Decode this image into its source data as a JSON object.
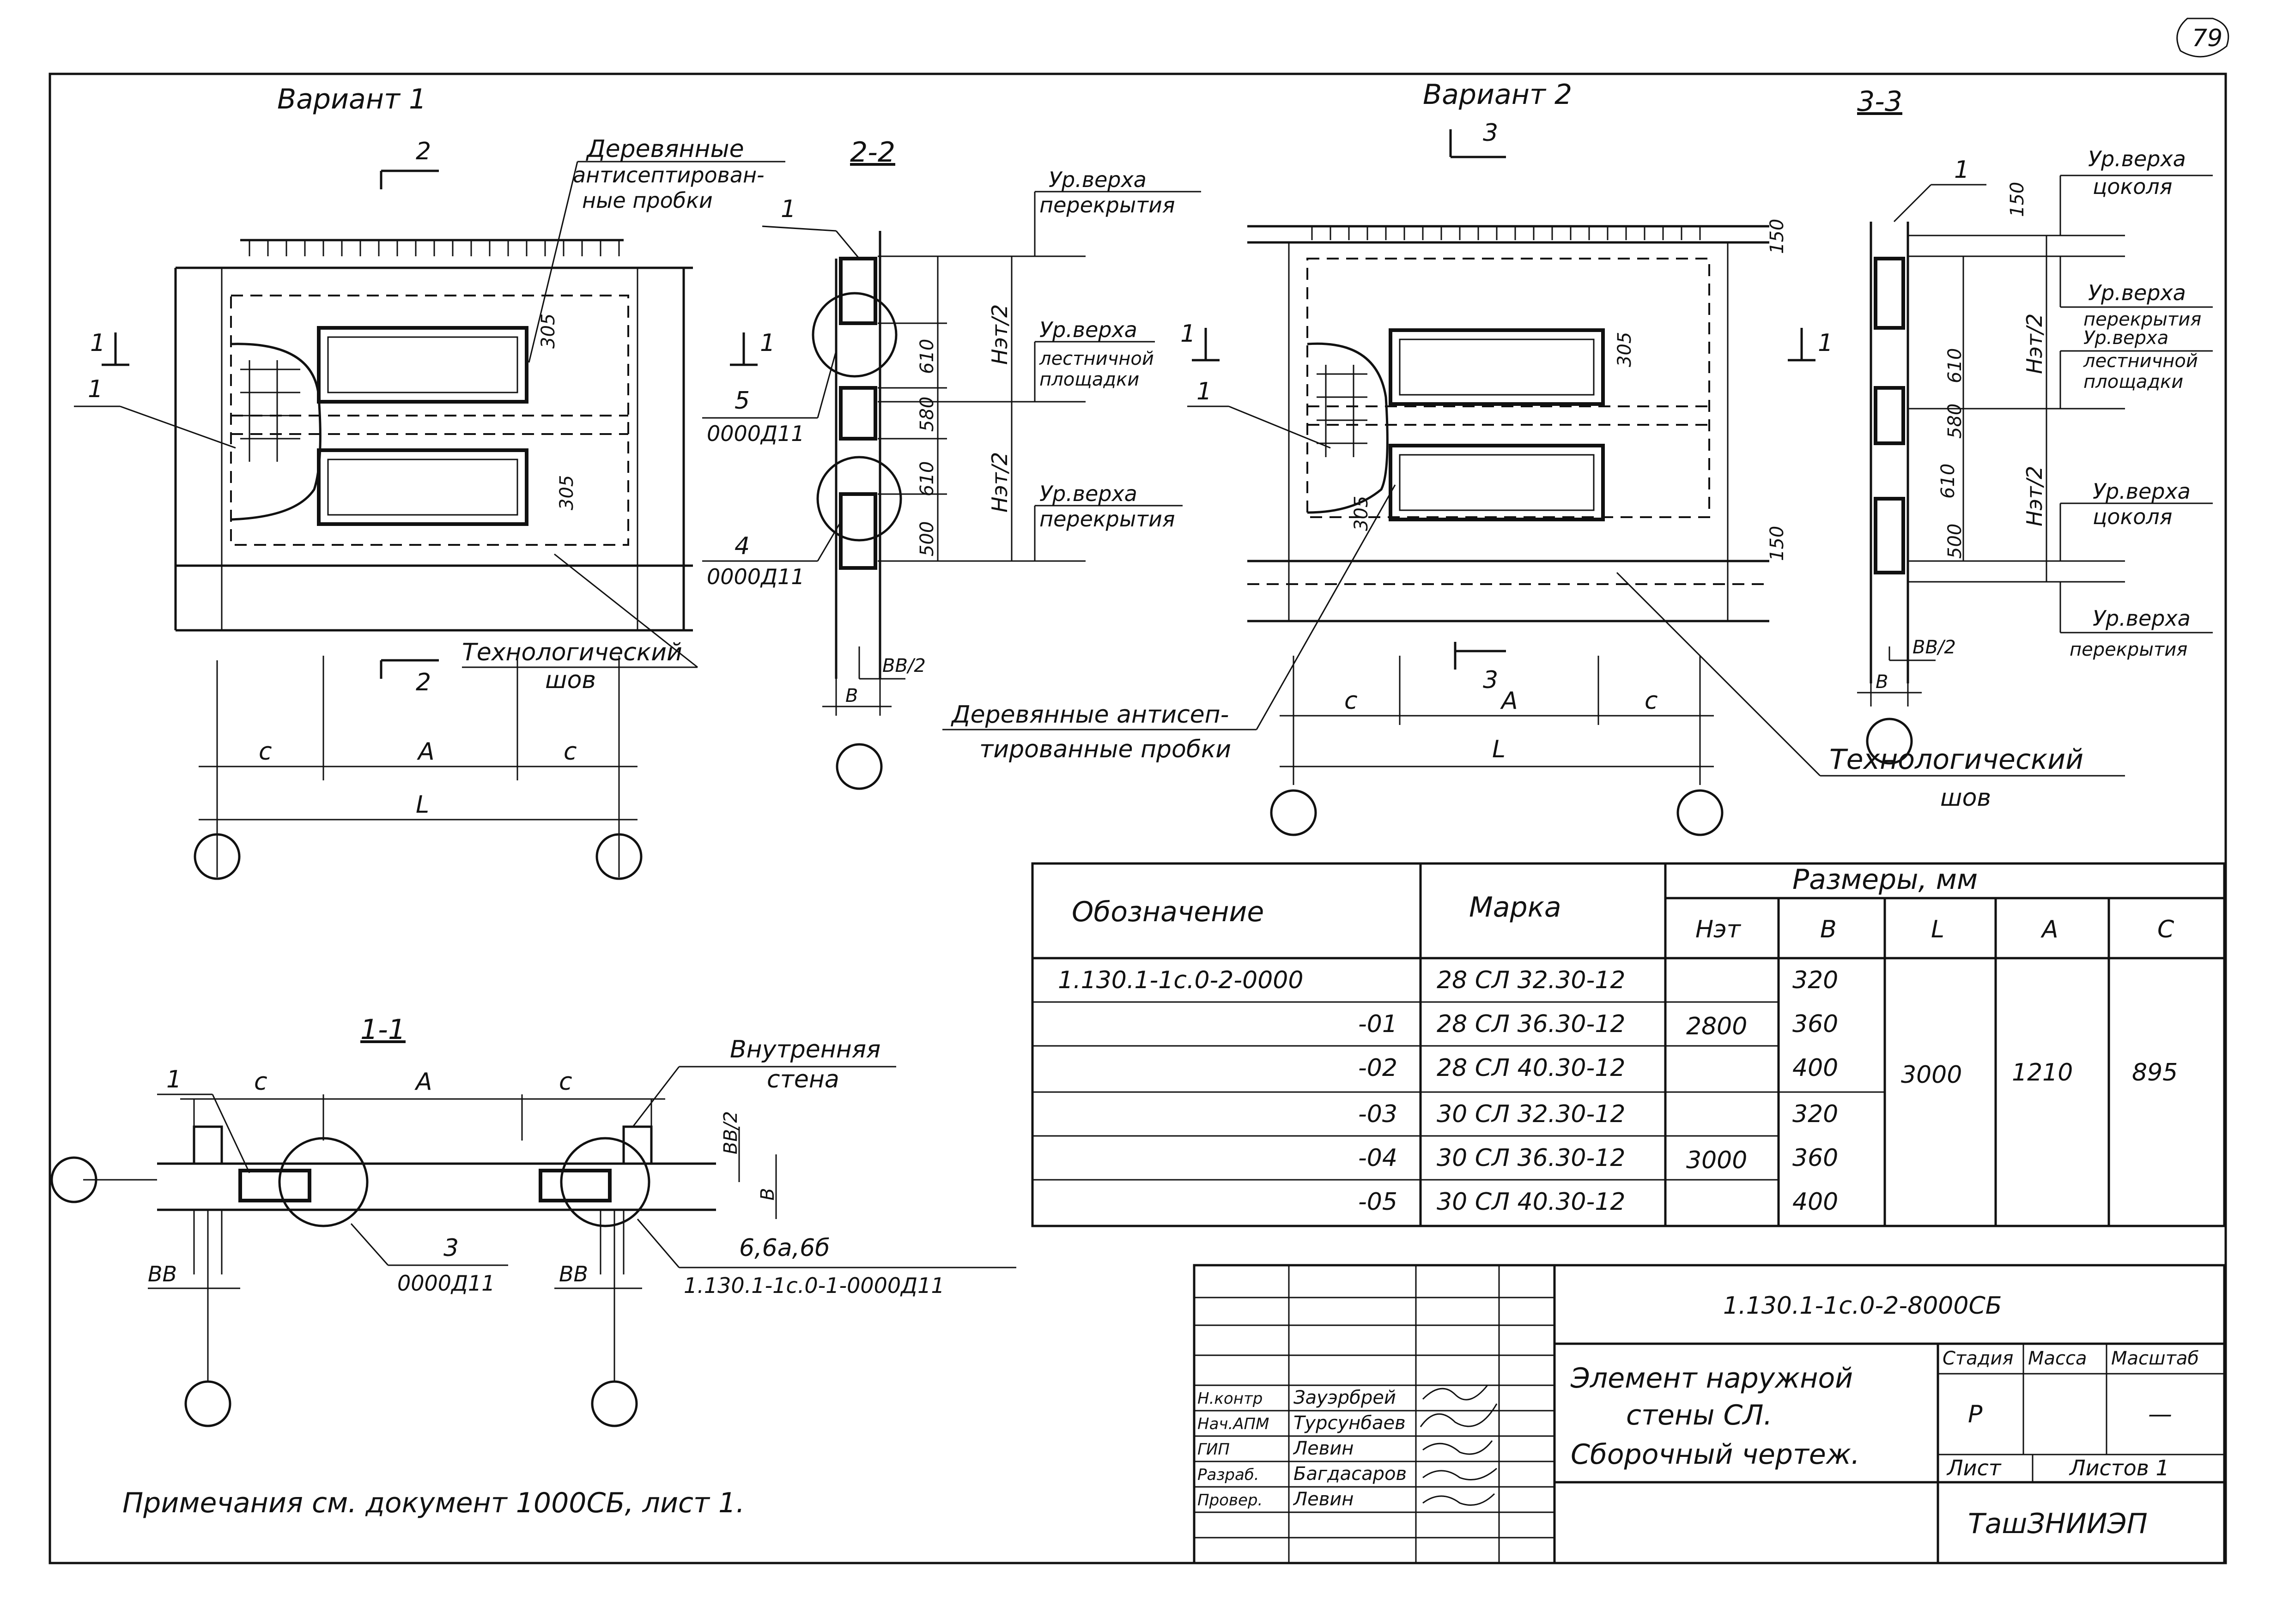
{
  "sheet_number": "79",
  "variant1": {
    "title": "Вариант 1",
    "wood_plugs": [
      "Деревянные",
      "антисептирован-",
      "ные пробки"
    ],
    "tech_seam": [
      "Технологический",
      "шов"
    ],
    "cut_2": "2",
    "cut_1": "1",
    "pos_1": "1",
    "dim_305": "305",
    "dims": {
      "c": "c",
      "A": "A",
      "L": "L"
    }
  },
  "section22": {
    "title": "2-2",
    "pos_1": "1",
    "node_5": "5",
    "node_5_ref": "0000Д11",
    "node_4": "4",
    "node_4_ref": "0000Д11",
    "lvl_top_floor": [
      "Ур.верха",
      "перекрытия"
    ],
    "lvl_landing": [
      "Ур.верха",
      "лестничной",
      "площадки"
    ],
    "lvl_floor2": [
      "Ур.верха",
      "перекрытия"
    ],
    "dim_610a": "610",
    "dim_580": "580",
    "dim_610b": "610",
    "dim_500": "500",
    "dim_h2a": "Нэт/2",
    "dim_h2b": "Нэт/2",
    "dim_B": "B",
    "dim_BB2": "BB/2"
  },
  "variant2": {
    "title": "Вариант 2",
    "cut_3": "3",
    "cut_1": "1",
    "pos_1": "1",
    "dim_305a": "305",
    "dim_305b": "305",
    "wood_plugs": [
      "Деревянные антисеп-",
      "тированные пробки"
    ],
    "tech_seam": [
      "Технологический",
      "шов"
    ],
    "dims": {
      "c": "c",
      "A": "A",
      "L": "L"
    }
  },
  "section33": {
    "title": "3-3",
    "pos_1": "1",
    "lvl_plinth_top": [
      "Ур.верха",
      "цоколя"
    ],
    "lvl_floor": [
      "Ур.верха",
      "перекрытия"
    ],
    "lvl_landing": [
      "Ур.верха",
      "лестничной",
      "площадки"
    ],
    "lvl_plinth2": [
      "Ур.верха",
      "цоколя"
    ],
    "lvl_floor2": [
      "Ур.верха",
      "перекрытия"
    ],
    "dim_150a": "150",
    "dim_610a": "610",
    "dim_580": "580",
    "dim_610b": "610",
    "dim_500": "500",
    "dim_150b": "150",
    "dim_h2a": "Нэт/2",
    "dim_h2b": "Нэт/2",
    "dim_B": "B",
    "dim_BB2": "BB/2"
  },
  "section11": {
    "title": "1-1",
    "pos_1": "1",
    "inner_wall": [
      "Внутренняя",
      "стена"
    ],
    "node_3": "3",
    "node_3_ref": "0000Д11",
    "node_6": "6,6а,6б",
    "node_6_ref": "1.130.1-1с.0-1-0000Д11",
    "dim_c1": "c",
    "dim_A": "A",
    "dim_c2": "c",
    "dim_BB2": "BB/2",
    "dim_B": "B",
    "dim_BB_l": "BB",
    "dim_BB_r": "BB"
  },
  "spec_table": {
    "headers": {
      "designation": "Обозначение",
      "mark": "Марка",
      "sizes": "Размеры, мм",
      "h": "Нэт",
      "b": "B",
      "l": "L",
      "a": "A",
      "c": "C"
    },
    "rows": [
      {
        "designation": "1.130.1-1с.0-2-0000",
        "mark": "28 СЛ 32.30-12",
        "b": "320"
      },
      {
        "designation": "-01",
        "mark": "28 СЛ 36.30-12",
        "b": "360"
      },
      {
        "designation": "-02",
        "mark": "28 СЛ 40.30-12",
        "b": "400"
      },
      {
        "designation": "-03",
        "mark": "30 СЛ 32.30-12",
        "b": "320"
      },
      {
        "designation": "-04",
        "mark": "30 СЛ 36.30-12",
        "b": "360"
      },
      {
        "designation": "-05",
        "mark": "30 СЛ 40.30-12",
        "b": "400"
      }
    ],
    "h_group1": "2800",
    "h_group2": "3000",
    "l_value": "3000",
    "a_value": "1210",
    "c_value": "895"
  },
  "title_block": {
    "doc_code": "1.130.1-1с.0-2-8000СБ",
    "title_lines": [
      "Элемент наружной",
      "стены СЛ.",
      "Сборочный чертеж."
    ],
    "stage_label": "Стадия",
    "mass_label": "Масса",
    "scale_label": "Масштаб",
    "stage_value": "Р",
    "scale_value": "—",
    "sheet_label": "Лист",
    "sheets_label": "Листов 1",
    "org": "ТашЗНИИЭП",
    "signers": [
      {
        "role": "Н.контр",
        "name": "Зауэрбрей"
      },
      {
        "role": "Нач.АПМ",
        "name": "Турсунбаев"
      },
      {
        "role": "ГИП",
        "name": "Левин"
      },
      {
        "role": "Разраб.",
        "name": "Багдасаров"
      },
      {
        "role": "Провер.",
        "name": "Левин"
      }
    ]
  },
  "note": "Примечания см. документ 1000СБ, лист 1."
}
